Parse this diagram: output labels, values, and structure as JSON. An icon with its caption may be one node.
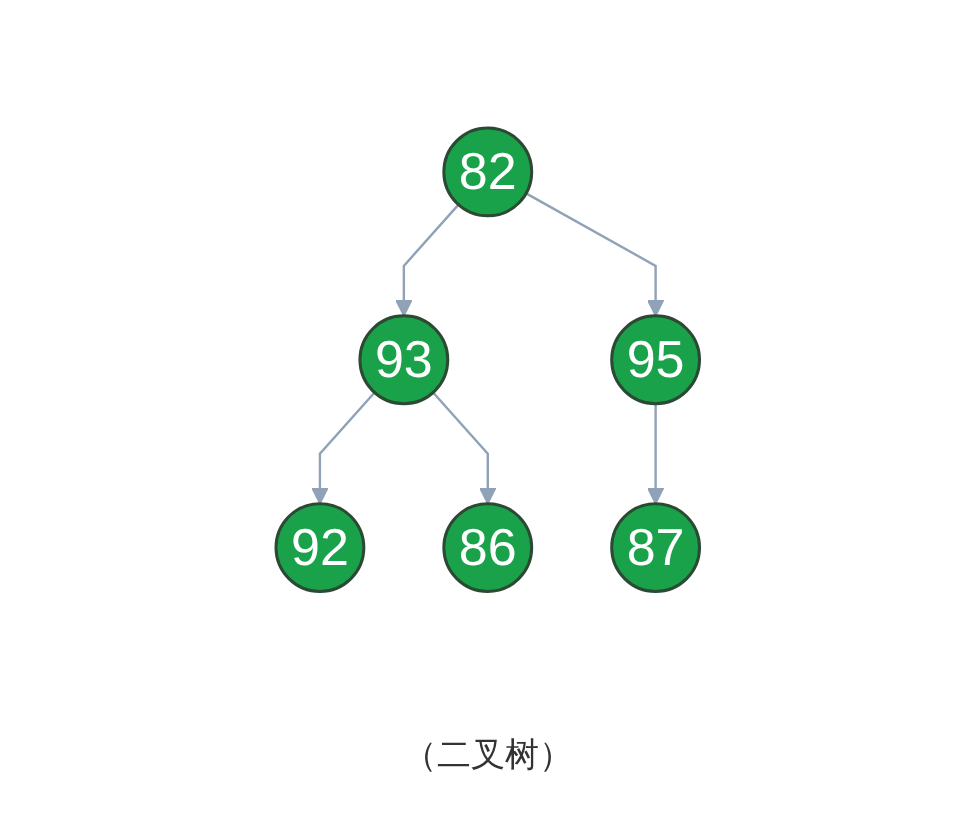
{
  "diagram": {
    "caption": "（二叉树）",
    "nodes": [
      {
        "text": [
          "82"
        ]
      },
      {
        "text": [
          "93"
        ]
      },
      {
        "text": [
          "95"
        ]
      },
      {
        "text": [
          "92"
        ]
      },
      {
        "text": [
          "86"
        ]
      },
      {
        "text": [
          "87"
        ]
      }
    ],
    "edges": [
      {
        "from": 0,
        "to": 1,
        "arrow": "to"
      },
      {
        "from": 0,
        "to": 2,
        "arrow": "to"
      },
      {
        "from": 1,
        "to": 3,
        "arrow": "to"
      },
      {
        "from": 1,
        "to": 4,
        "arrow": "to"
      },
      {
        "from": 2,
        "to": 5,
        "arrow": "to"
      }
    ]
  }
}
